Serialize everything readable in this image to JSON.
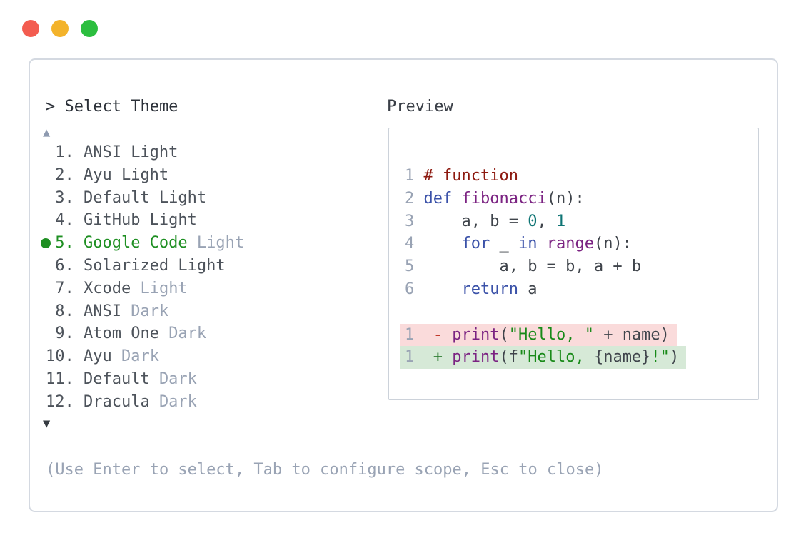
{
  "window": {
    "buttons": [
      {
        "name": "close-button",
        "color_var": "--tl-red"
      },
      {
        "name": "minimize-button",
        "color_var": "--tl-yellow"
      },
      {
        "name": "maximize-button",
        "color_var": "--tl-green"
      }
    ]
  },
  "prompt": {
    "text": "> Select Theme"
  },
  "list": {
    "up_arrow": "▲",
    "down_arrow": "▼",
    "items": [
      {
        "num": "1.",
        "name": "ANSI Light",
        "variant": "",
        "selected": false
      },
      {
        "num": "2.",
        "name": "Ayu Light",
        "variant": "",
        "selected": false
      },
      {
        "num": "3.",
        "name": "Default Light",
        "variant": "",
        "selected": false
      },
      {
        "num": "4.",
        "name": "GitHub Light",
        "variant": "",
        "selected": false
      },
      {
        "num": "5.",
        "name": "Google Code",
        "variant": "Light",
        "selected": true
      },
      {
        "num": "6.",
        "name": "Solarized Light",
        "variant": "",
        "selected": false
      },
      {
        "num": "7.",
        "name": "Xcode",
        "variant": "Light",
        "selected": false
      },
      {
        "num": "8.",
        "name": "ANSI",
        "variant": "Dark",
        "selected": false
      },
      {
        "num": "9.",
        "name": "Atom One",
        "variant": "Dark",
        "selected": false
      },
      {
        "num": "10.",
        "name": "Ayu",
        "variant": "Dark",
        "selected": false
      },
      {
        "num": "11.",
        "name": "Default",
        "variant": "Dark",
        "selected": false
      },
      {
        "num": "12.",
        "name": "Dracula",
        "variant": "Dark",
        "selected": false
      }
    ]
  },
  "help": {
    "text": "(Use Enter to select, Tab to configure scope, Esc to close)"
  },
  "preview": {
    "label": "Preview",
    "code": {
      "lines": [
        {
          "num": "1",
          "bg": "",
          "tokens": [
            {
              "t": "# function",
              "c": "com"
            }
          ]
        },
        {
          "num": "2",
          "bg": "",
          "tokens": [
            {
              "t": "def",
              "c": "kw"
            },
            {
              "t": " ",
              "c": "plain"
            },
            {
              "t": "fibonacci",
              "c": "fn"
            },
            {
              "t": "(n):",
              "c": "plain"
            }
          ]
        },
        {
          "num": "3",
          "bg": "",
          "tokens": [
            {
              "t": "    a, b = ",
              "c": "plain"
            },
            {
              "t": "0",
              "c": "lit"
            },
            {
              "t": ", ",
              "c": "plain"
            },
            {
              "t": "1",
              "c": "lit"
            }
          ]
        },
        {
          "num": "4",
          "bg": "",
          "tokens": [
            {
              "t": "    ",
              "c": "plain"
            },
            {
              "t": "for",
              "c": "kw"
            },
            {
              "t": " _ ",
              "c": "plain"
            },
            {
              "t": "in",
              "c": "kw"
            },
            {
              "t": " ",
              "c": "plain"
            },
            {
              "t": "range",
              "c": "fn"
            },
            {
              "t": "(n):",
              "c": "plain"
            }
          ]
        },
        {
          "num": "5",
          "bg": "",
          "tokens": [
            {
              "t": "        a, b = b, a + b",
              "c": "plain"
            }
          ]
        },
        {
          "num": "6",
          "bg": "",
          "tokens": [
            {
              "t": "    ",
              "c": "plain"
            },
            {
              "t": "return",
              "c": "kw"
            },
            {
              "t": " a",
              "c": "plain"
            }
          ]
        },
        {
          "num": "",
          "bg": "",
          "tokens": []
        },
        {
          "num": "1",
          "bg": "removed",
          "tokens": [
            {
              "t": " ",
              "c": "plain"
            },
            {
              "t": "-",
              "c": "minus"
            },
            {
              "t": " ",
              "c": "plain"
            },
            {
              "t": "print",
              "c": "fn"
            },
            {
              "t": "(",
              "c": "plain"
            },
            {
              "t": "\"Hello, \"",
              "c": "str"
            },
            {
              "t": " + name)",
              "c": "plain"
            }
          ]
        },
        {
          "num": "1",
          "bg": "added",
          "tokens": [
            {
              "t": " ",
              "c": "plain"
            },
            {
              "t": "+",
              "c": "plus"
            },
            {
              "t": " ",
              "c": "plain"
            },
            {
              "t": "print",
              "c": "fn"
            },
            {
              "t": "(f",
              "c": "plain"
            },
            {
              "t": "\"Hello, ",
              "c": "str"
            },
            {
              "t": "{name}",
              "c": "plain"
            },
            {
              "t": "!\"",
              "c": "str"
            },
            {
              "t": ")",
              "c": "plain"
            }
          ]
        }
      ]
    }
  },
  "colors": {
    "selected_green": "#1e8f22",
    "muted_gray": "#99a3b4",
    "text_dark": "#2b3038",
    "comment_red": "#8d1a10",
    "keyword_blue": "#3a51a8",
    "function_purple": "#7b2382",
    "literal_teal": "#0e7474",
    "string_green": "#188a18",
    "diff_removed_bg": "#fadbdb",
    "diff_added_bg": "#d6e9d7",
    "traffic_red": "#f35c50",
    "traffic_yellow": "#f3b32b",
    "traffic_green": "#2cbe3f"
  }
}
